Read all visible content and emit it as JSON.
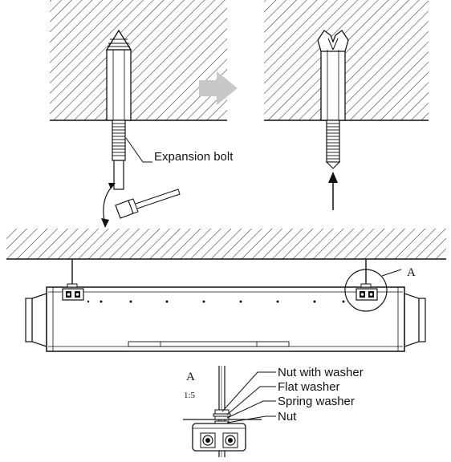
{
  "labels": {
    "expansion_bolt": "Expansion bolt",
    "detail_marker": "A",
    "detail_title": "A",
    "detail_scale": "1:5",
    "nut_with_washer": "Nut with washer",
    "flat_washer": "Flat washer",
    "spring_washer": "Spring washer",
    "nut": "Nut"
  },
  "colors": {
    "line": "#111111",
    "arrow_gray": "#c8c8c8",
    "fill": "#ffffff"
  }
}
